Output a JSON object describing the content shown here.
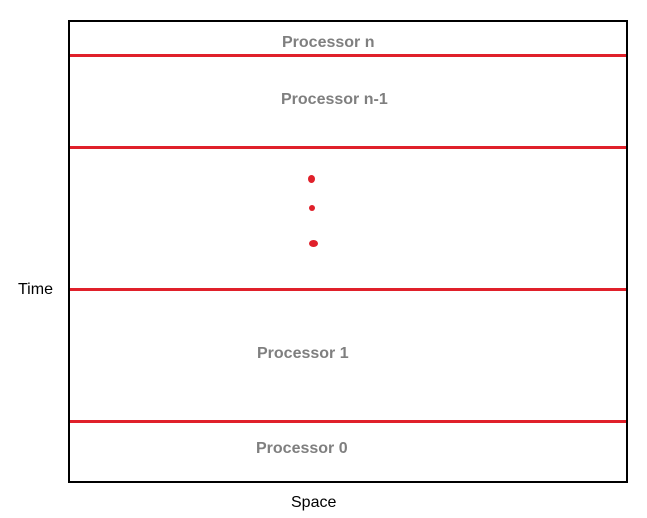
{
  "diagram": {
    "axis_vertical_label": "Time",
    "axis_horizontal_label": "Space",
    "processors": [
      {
        "id": "n",
        "label": "Processor n"
      },
      {
        "id": "n-1",
        "label": "Processor n-1"
      },
      {
        "id": "1",
        "label": "Processor 1"
      },
      {
        "id": "0",
        "label": "Processor 0"
      }
    ],
    "colors": {
      "divider": "#e0202a",
      "label": "#7f7f7f",
      "frame": "#000000"
    }
  }
}
